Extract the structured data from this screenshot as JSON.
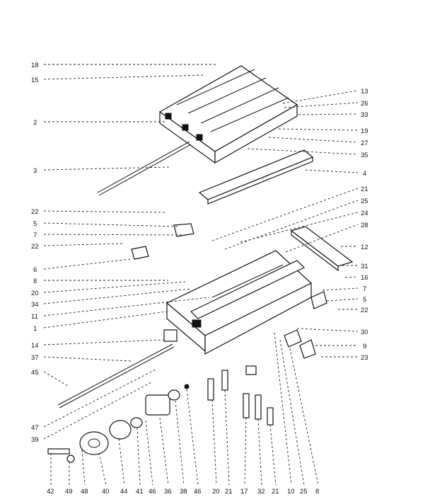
{
  "labels": {
    "left": [
      {
        "id": "L18",
        "text": "18"
      },
      {
        "id": "L15",
        "text": "15"
      },
      {
        "id": "L2",
        "text": "2"
      },
      {
        "id": "L3",
        "text": "3"
      },
      {
        "id": "L22a",
        "text": "22"
      },
      {
        "id": "L5a",
        "text": "5"
      },
      {
        "id": "L7a",
        "text": "7"
      },
      {
        "id": "L22b",
        "text": "22"
      },
      {
        "id": "L6",
        "text": "6"
      },
      {
        "id": "L8a",
        "text": "8"
      },
      {
        "id": "L20a",
        "text": "20"
      },
      {
        "id": "L34",
        "text": "34"
      },
      {
        "id": "L11",
        "text": "11"
      },
      {
        "id": "L1",
        "text": "1"
      },
      {
        "id": "L14",
        "text": "14"
      },
      {
        "id": "L37",
        "text": "37"
      },
      {
        "id": "L45",
        "text": "45"
      },
      {
        "id": "L47",
        "text": "47"
      },
      {
        "id": "L39",
        "text": "39"
      }
    ],
    "right": [
      {
        "id": "R13",
        "text": "13"
      },
      {
        "id": "R26",
        "text": "26"
      },
      {
        "id": "R33",
        "text": "33"
      },
      {
        "id": "R19",
        "text": "19"
      },
      {
        "id": "R27",
        "text": "27"
      },
      {
        "id": "R35",
        "text": "35"
      },
      {
        "id": "R4",
        "text": "4"
      },
      {
        "id": "R21a",
        "text": "21"
      },
      {
        "id": "R25a",
        "text": "25"
      },
      {
        "id": "R24",
        "text": "24"
      },
      {
        "id": "R28",
        "text": "28"
      },
      {
        "id": "R12",
        "text": "12"
      },
      {
        "id": "R31",
        "text": "31"
      },
      {
        "id": "R16",
        "text": "16"
      },
      {
        "id": "R7b",
        "text": "7"
      },
      {
        "id": "R5b",
        "text": "5"
      },
      {
        "id": "R22c",
        "text": "22"
      },
      {
        "id": "R30",
        "text": "30"
      },
      {
        "id": "R9",
        "text": "9"
      },
      {
        "id": "R23",
        "text": "23"
      }
    ],
    "bottom": [
      {
        "id": "B42",
        "text": "42"
      },
      {
        "id": "B49",
        "text": "49"
      },
      {
        "id": "B48",
        "text": "48"
      },
      {
        "id": "B40",
        "text": "40"
      },
      {
        "id": "B44",
        "text": "44"
      },
      {
        "id": "B41",
        "text": "41"
      },
      {
        "id": "B46a",
        "text": "46"
      },
      {
        "id": "B36",
        "text": "36"
      },
      {
        "id": "B38",
        "text": "38"
      },
      {
        "id": "B46b",
        "text": "46"
      },
      {
        "id": "B20b",
        "text": "20"
      },
      {
        "id": "B21b",
        "text": "21"
      },
      {
        "id": "B17",
        "text": "17"
      },
      {
        "id": "B32",
        "text": "32"
      },
      {
        "id": "B21c",
        "text": "21"
      },
      {
        "id": "B10",
        "text": "10"
      },
      {
        "id": "B25b",
        "text": "25"
      },
      {
        "id": "B8b",
        "text": "8"
      }
    ]
  }
}
